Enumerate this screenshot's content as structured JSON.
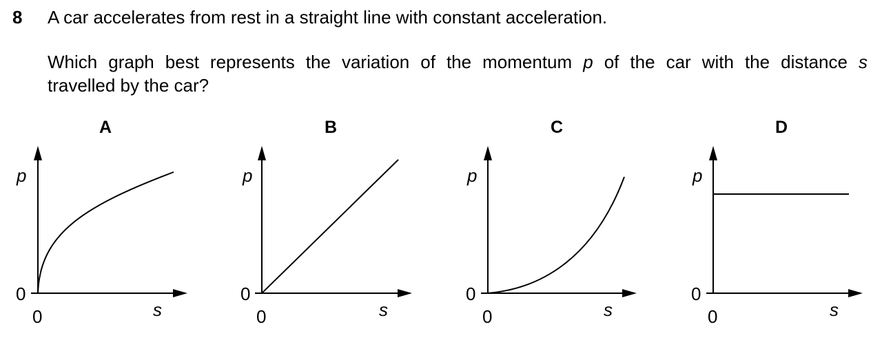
{
  "question": {
    "number": "8",
    "line1": "A car accelerates from rest in a straight line with constant acceleration.",
    "line2_part1": "Which graph best represents the variation of the momentum",
    "line2_var_p": "p",
    "line2_part2": "of the car with the distance",
    "line2_var_s": "s",
    "line3": "travelled by the car?"
  },
  "options": [
    {
      "label": "A",
      "y_axis": "p",
      "x_axis": "s",
      "y_origin": "0",
      "x_origin": "0",
      "curve": "square-root (concave down)"
    },
    {
      "label": "B",
      "y_axis": "p",
      "x_axis": "s",
      "y_origin": "0",
      "x_origin": "0",
      "curve": "straight line through origin"
    },
    {
      "label": "C",
      "y_axis": "p",
      "x_axis": "s",
      "y_origin": "0",
      "x_origin": "0",
      "curve": "concave up"
    },
    {
      "label": "D",
      "y_axis": "p",
      "x_axis": "s",
      "y_origin": "0",
      "x_origin": "0",
      "curve": "horizontal line"
    }
  ]
}
